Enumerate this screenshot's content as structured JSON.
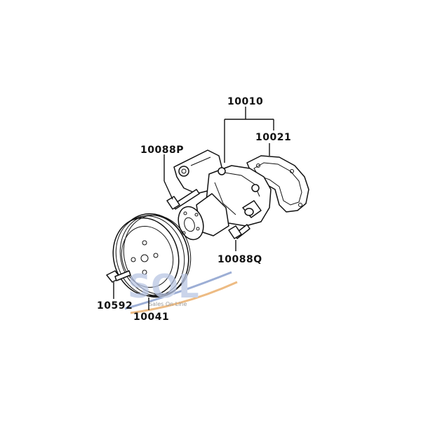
{
  "parts": [
    {
      "id": "water-pump-assembly",
      "number": "10010"
    },
    {
      "id": "gasket",
      "number": "10021"
    },
    {
      "id": "bolt-upper",
      "number": "10088P"
    },
    {
      "id": "bolt-lower",
      "number": "10088Q"
    },
    {
      "id": "pulley-bolt",
      "number": "10592"
    },
    {
      "id": "pulley",
      "number": "10041"
    }
  ],
  "watermark": {
    "letters": "SOL",
    "tagline": "Sales On Line",
    "colors": {
      "blue": "#7c93c7",
      "orange": "#e8a55a"
    }
  }
}
